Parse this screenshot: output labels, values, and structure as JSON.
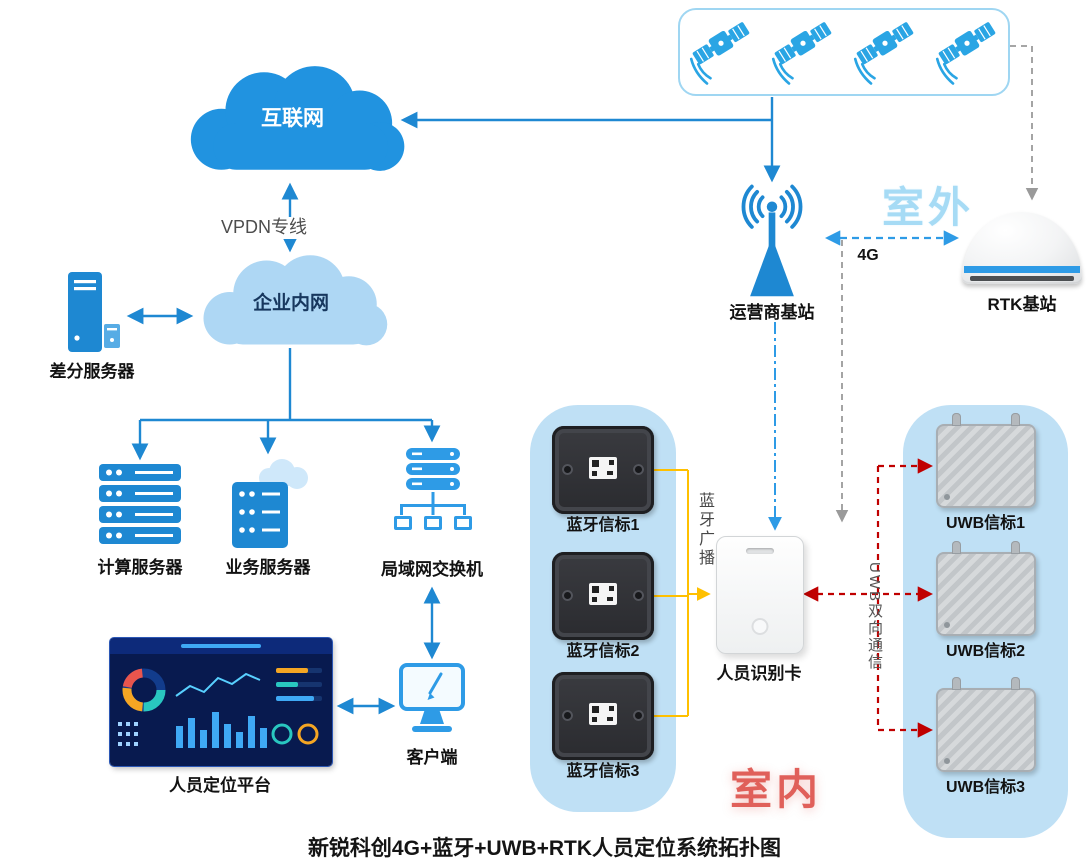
{
  "caption": "新锐科创4G+蓝牙+UWB+RTK人员定位系统拓扑图",
  "zones": {
    "outdoor": "室外",
    "indoor": "室内"
  },
  "nodes": {
    "internet": "互联网",
    "intranet": "企业内网",
    "diff_server": "差分服务器",
    "compute_server": "计算服务器",
    "business_server": "业务服务器",
    "lan_switch": "局域网交换机",
    "platform": "人员定位平台",
    "client": "客户端",
    "operator_station": "运营商基站",
    "rtk_station": "RTK基站",
    "id_card": "人员识别卡"
  },
  "beacons": {
    "bt1": "蓝牙信标1",
    "bt2": "蓝牙信标2",
    "bt3": "蓝牙信标3",
    "uwb1": "UWB信标1",
    "uwb2": "UWB信标2",
    "uwb3": "UWB信标3"
  },
  "links": {
    "vpdn": "VPDN专线",
    "g4": "4G",
    "bt_broadcast": "蓝牙广播",
    "uwb_comm": "UWB双向通信"
  },
  "colors": {
    "primary_blue": "#1E88D2",
    "link_blue": "#2E9BE6",
    "zone_fill": "#BFE0F5",
    "yellow_link": "#FFC000",
    "red_link": "#C00000",
    "gray_link": "#9A9A9A",
    "outdoor_text": "#A6DBF5",
    "indoor_text": "#E0605A"
  }
}
